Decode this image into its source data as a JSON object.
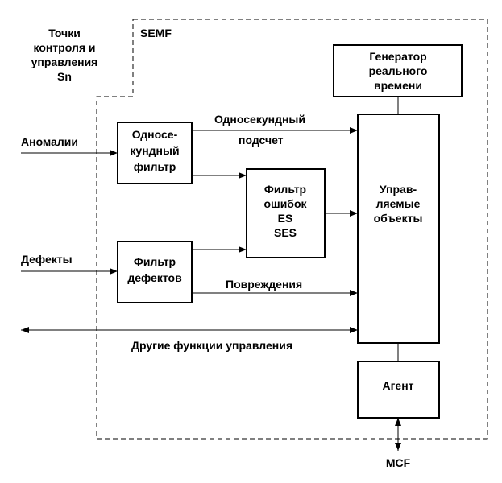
{
  "corner_label": [
    "Точки",
    "контроля и",
    "управления",
    "Sn"
  ],
  "semf_label": "SEMF",
  "inputs": {
    "anomalies": "Аномалии",
    "defects": "Дефекты"
  },
  "blocks": {
    "one_second_filter": [
      "Односе-",
      "кундный",
      "фильтр"
    ],
    "defect_filter": [
      "Фильтр",
      "дефектов"
    ],
    "error_filter": [
      "Фильтр",
      "ошибок",
      "ES",
      "SES"
    ],
    "real_time_gen": [
      "Генератор",
      "реального",
      "времени"
    ],
    "managed_objects": [
      "Управ-",
      "ляемые",
      "объекты"
    ],
    "agent": [
      "Агент"
    ]
  },
  "flows": {
    "one_second_count": [
      "Односекундный",
      "подсчет"
    ],
    "damages": "Повреждения",
    "other_functions": "Другие функции управления",
    "mcf": "MCF"
  }
}
